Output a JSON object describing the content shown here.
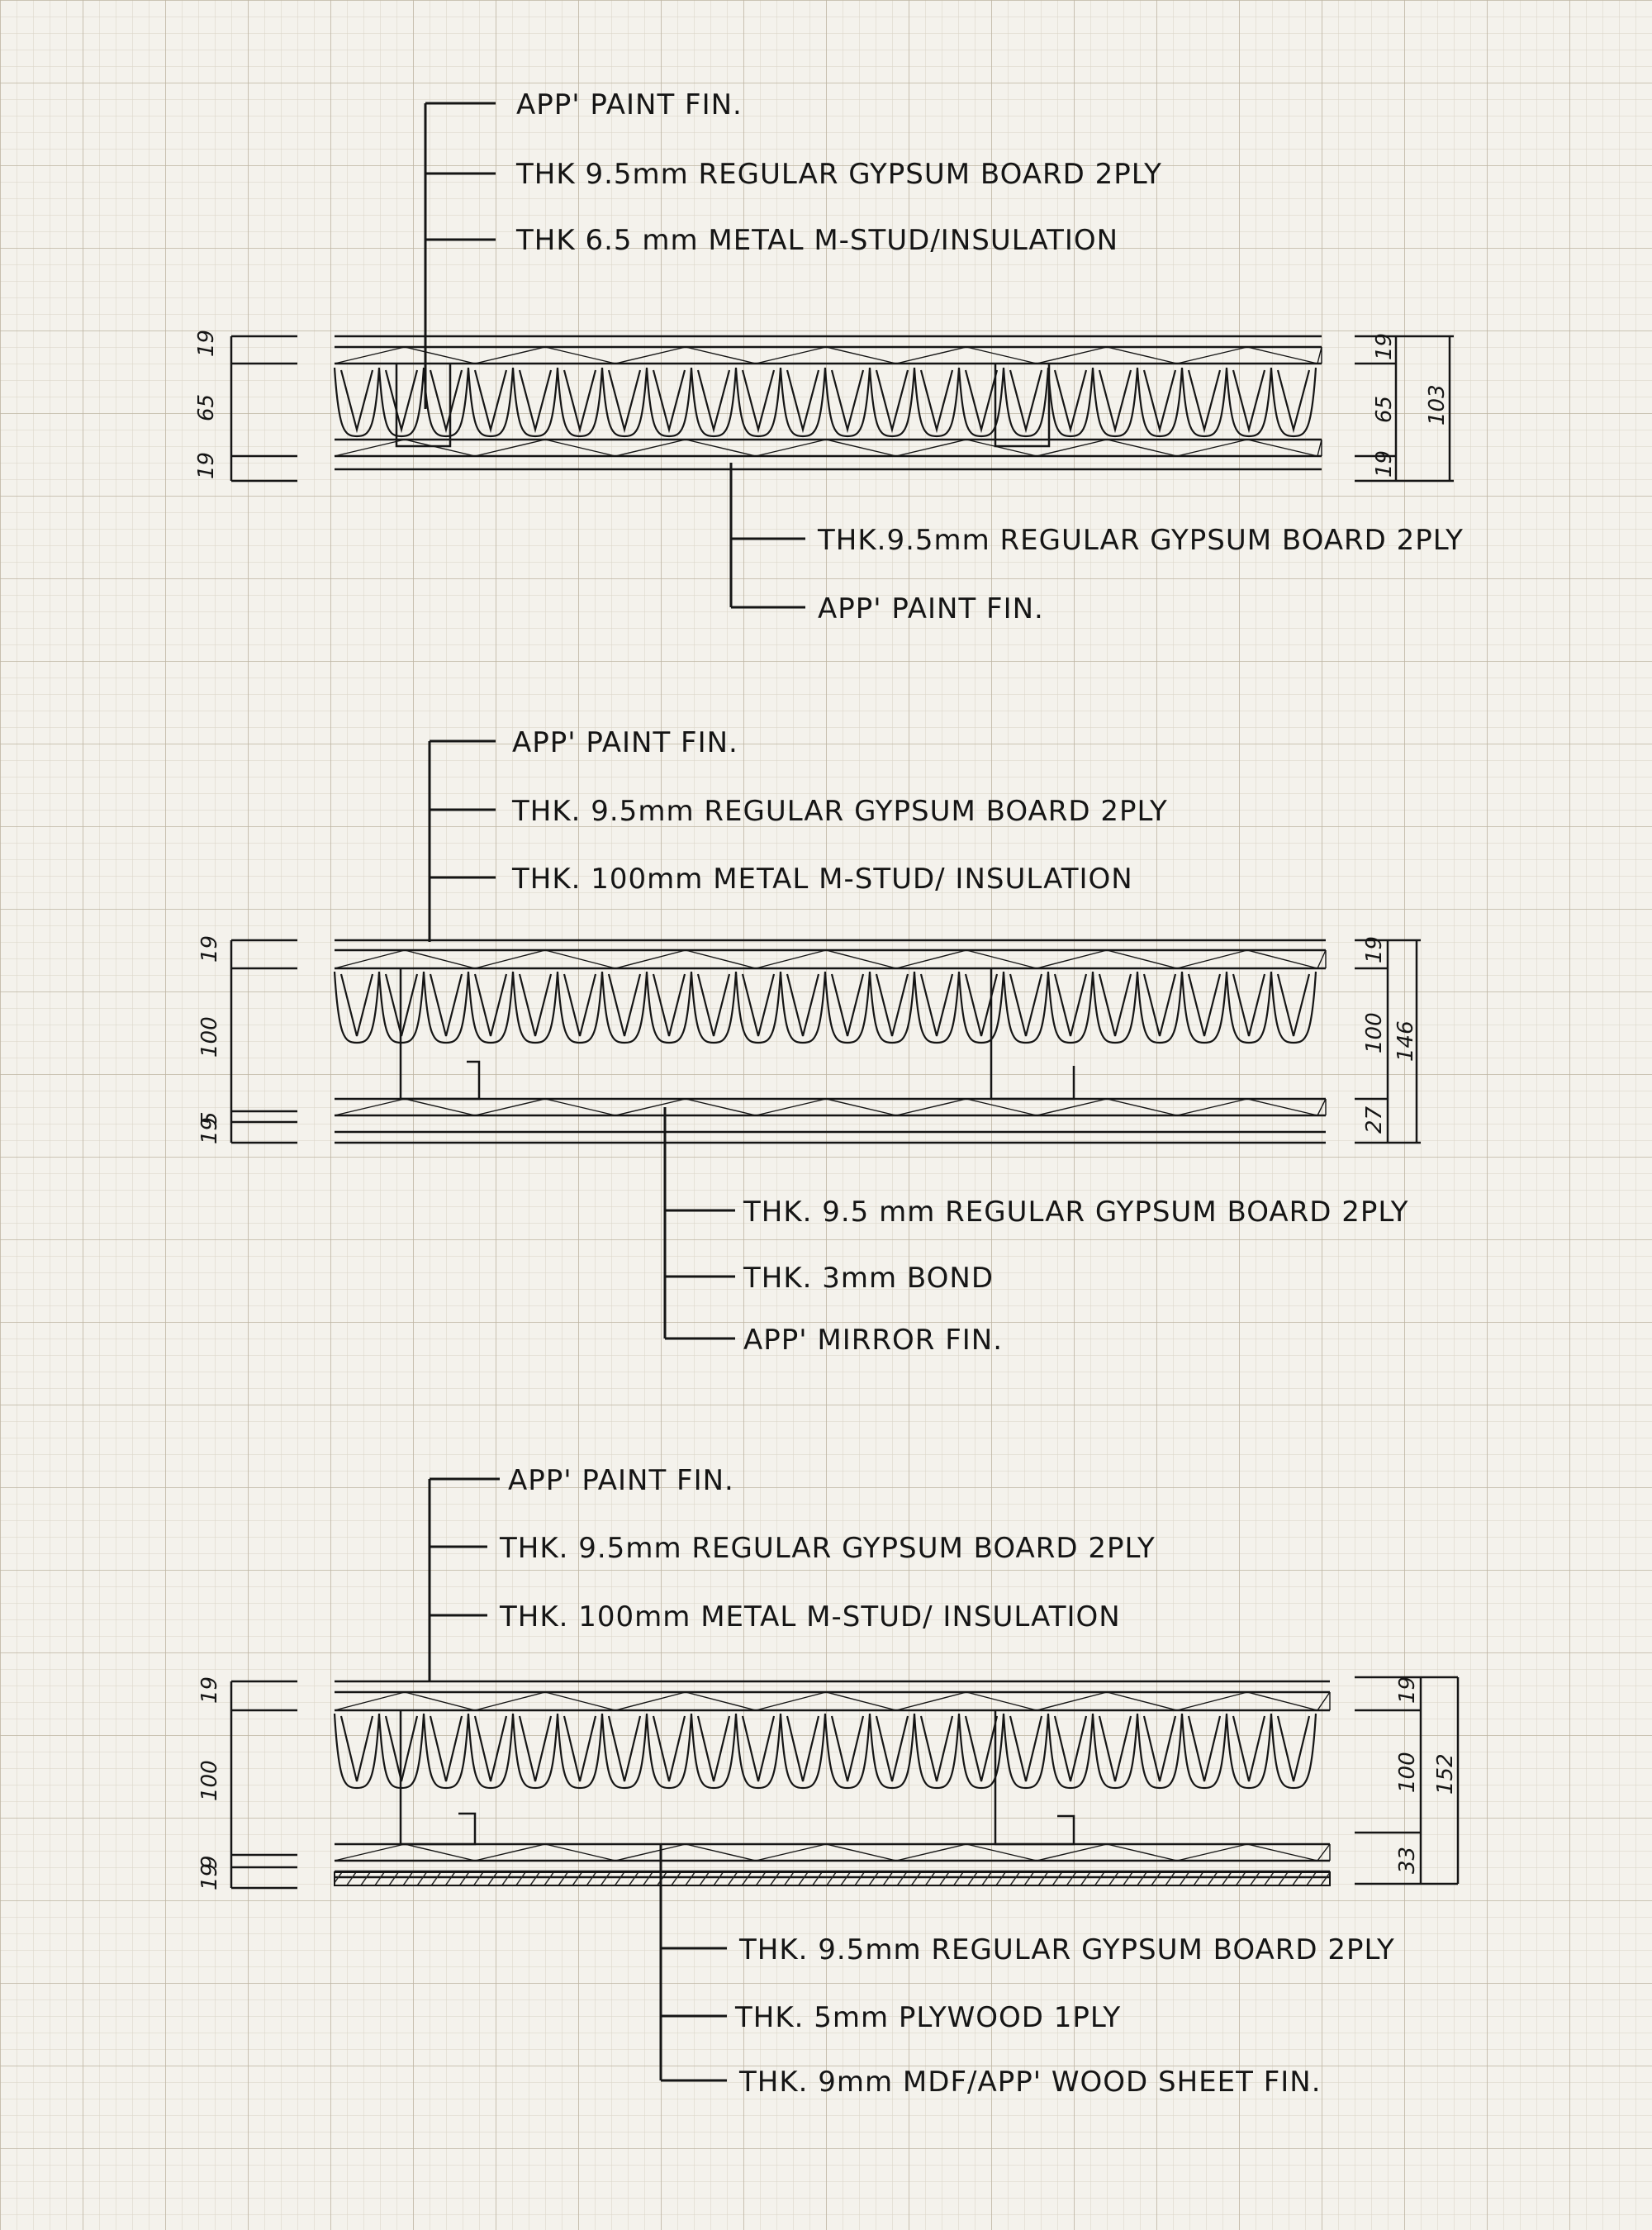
{
  "colors": {
    "paper": "#f4f2ec",
    "grid": "#cfc8b8",
    "ink": "#151515"
  },
  "sections": [
    {
      "id": "section-1",
      "top_labels": [
        "APP' PAINT FIN.",
        "THK 9.5mm  REGULAR GYPSUM BOARD 2PLY",
        "THK 6.5 mm  METAL M-STUD/INSULATION"
      ],
      "bottom_labels": [
        "THK.9.5mm  REGULAR GYPSUM BOARD 2PLY",
        "APP' PAINT FIN."
      ],
      "dims_left": [
        "19",
        "65",
        "19"
      ],
      "dims_right": [
        "19",
        "65",
        "19"
      ],
      "total": "103"
    },
    {
      "id": "section-2",
      "top_labels": [
        "APP' PAINT FIN.",
        "THK. 9.5mm  REGULAR  GYPSUM  BOARD 2PLY",
        "THK. 100mm  METAL  M-STUD/ INSULATION"
      ],
      "bottom_labels": [
        "THK. 9.5 mm  REGULAR  GYPSUM BOARD 2PLY",
        "THK. 3mm  BOND",
        "APP'  MIRROR  FIN."
      ],
      "dims_left": [
        "19",
        "100",
        "5",
        "19"
      ],
      "dims_right": [
        "19",
        "100",
        "27"
      ],
      "total": "146"
    },
    {
      "id": "section-3",
      "top_labels": [
        "APP' PAINT FIN.",
        "THK. 9.5mm  REGULAR GYPSUM BOARD 2PLY",
        "THK. 100mm  METAL M-STUD/ INSULATION"
      ],
      "bottom_labels": [
        "THK. 9.5mm  REGULAR  GYPSUM  BOARD 2PLY",
        "THK. 5mm  PLYWOOD  1PLY",
        "THK. 9mm MDF/APP' WOOD  SHEET FIN."
      ],
      "dims_left": [
        "19",
        "100",
        "9",
        "19"
      ],
      "dims_right": [
        "19",
        "100",
        "33"
      ],
      "total": "152"
    }
  ]
}
